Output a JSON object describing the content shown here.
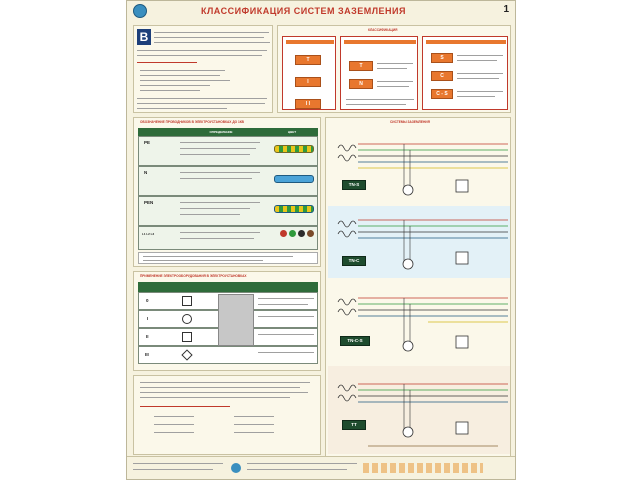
{
  "header": {
    "title": "КЛАССИФИКАЦИЯ СИСТЕМ ЗАЗЕМЛЕНИЯ",
    "page_number": "1",
    "logo_text": ""
  },
  "classification": {
    "title": "КЛАССИФИКАЦИЯ",
    "left_codes": [
      "T",
      "I",
      "I I"
    ],
    "middle_codes": [
      "T",
      "N"
    ],
    "right_codes": [
      "S",
      "C",
      "C - S"
    ]
  },
  "conductor_table": {
    "title": "ОБОЗНАЧЕНИЕ ПРОВОДНИКОВ В ЭЛЕКТРОУСТАНОВКАХ ДО 1КВ",
    "col_headers": [
      "",
      "ОПРЕДЕЛЕНИЕ",
      "ЦВЕТ"
    ],
    "rows": [
      "PE",
      "N",
      "PEN",
      "L1 L2 L3"
    ]
  },
  "protection_table": {
    "title": "ПРИМЕНЕНИЕ ЭЛЕКТРООБОРУДОВАНИЯ В ЭЛЕКТРОУСТАНОВКАХ",
    "rows": [
      "0",
      "I",
      "II",
      "III"
    ]
  },
  "systems": {
    "title": "СИСТЕМЫ ЗАЗЕМЛЕНИЯ",
    "labels": [
      "TN-S",
      "TN-C",
      "TN-C-S",
      "TT"
    ]
  },
  "colors": {
    "accent": "#c0392b",
    "orange": "#e8772e",
    "dark_green": "#1e4c2e"
  }
}
